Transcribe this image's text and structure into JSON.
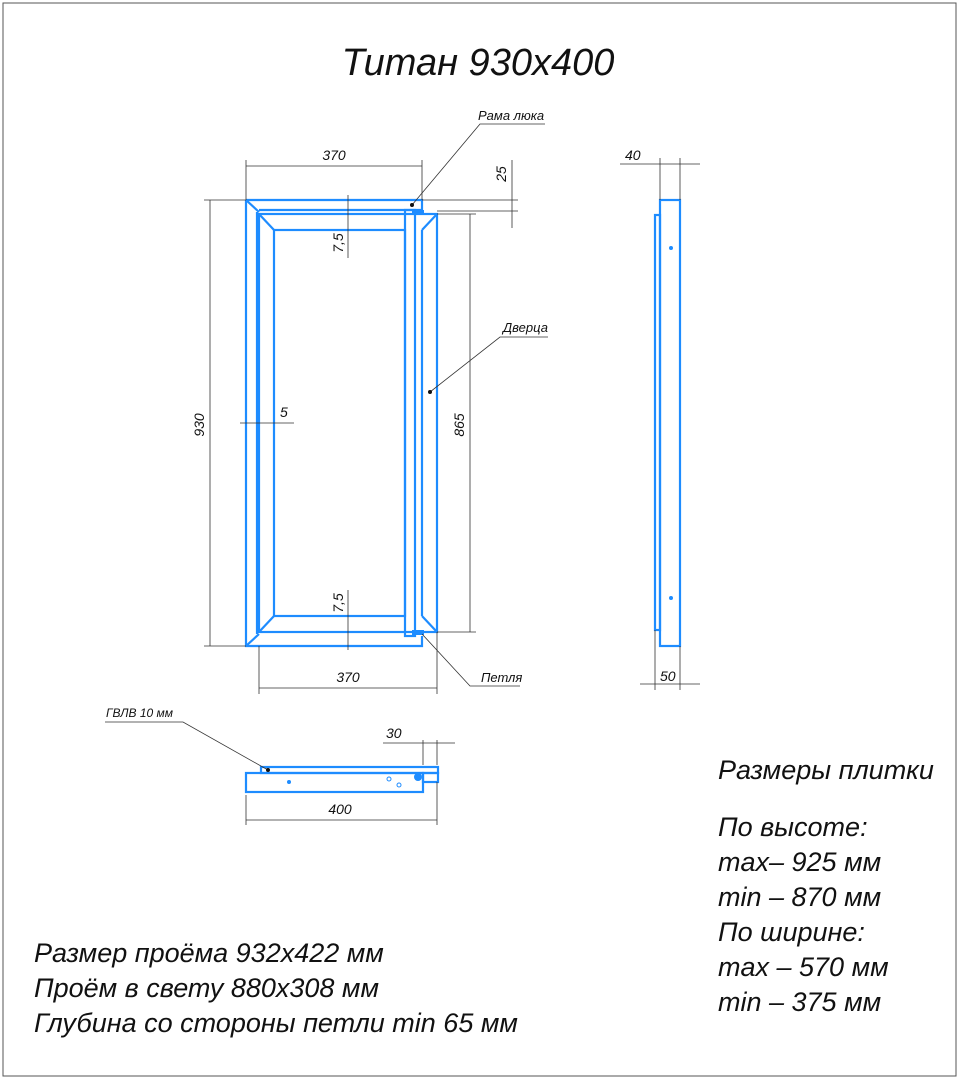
{
  "title": "Титан 930x400",
  "labels": {
    "frame": "Рама люка",
    "door": "Дверца",
    "hinge": "Петля",
    "drywall": "ГВЛВ 10 мм"
  },
  "dimensions": {
    "top_width": "370",
    "bottom_width": "370",
    "height_total": "930",
    "door_height": "865",
    "offset_top": "25",
    "gap_top": "7,5",
    "gap_bottom": "7,5",
    "gap_left": "5",
    "side_top": "40",
    "side_bottom": "50",
    "plan_width": "400",
    "plan_offset": "30"
  },
  "notes_left": [
    "Размер проёма 932x422 мм",
    "Проём в свету 880x308 мм",
    "Глубина со стороны петли min 65 мм"
  ],
  "tile": {
    "heading": "Размеры плитки",
    "height_label": "По высоте:",
    "height_max": "max– 925 мм",
    "height_min": "min – 870 мм",
    "width_label": "По ширине:",
    "width_max": "max – 570 мм",
    "width_min": "min – 375 мм"
  },
  "colors": {
    "line": "#1e8cff"
  }
}
